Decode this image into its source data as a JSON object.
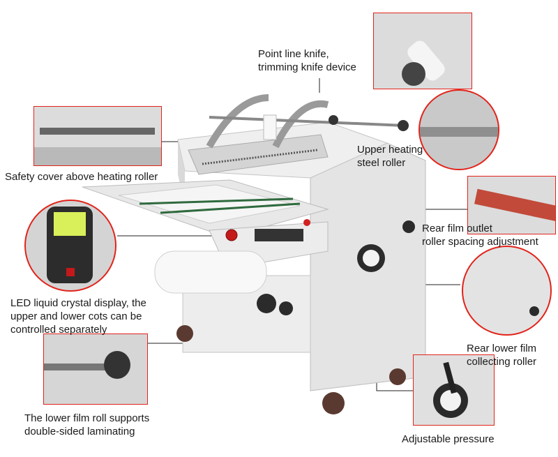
{
  "callouts": {
    "knife": [
      "Point line knife,",
      "trimming knife device"
    ],
    "upper_roller": [
      "Upper heating",
      "steel roller"
    ],
    "safety_cover": "Safety cover above heating roller",
    "rear_outlet": [
      "Rear film outlet",
      "roller spacing adjustment"
    ],
    "led_display": [
      "LED liquid crystal display, the",
      "upper and lower cots can be",
      "controlled separately"
    ],
    "rear_lower": [
      "Rear lower film",
      "collecting roller"
    ],
    "lower_roll": [
      "The lower film roll supports",
      "double-sided laminating"
    ],
    "pressure": "Adjustable pressure"
  },
  "colors": {
    "accent": "#e2231a",
    "machine": "#e6e6e6",
    "roller": "#d23a2a"
  }
}
